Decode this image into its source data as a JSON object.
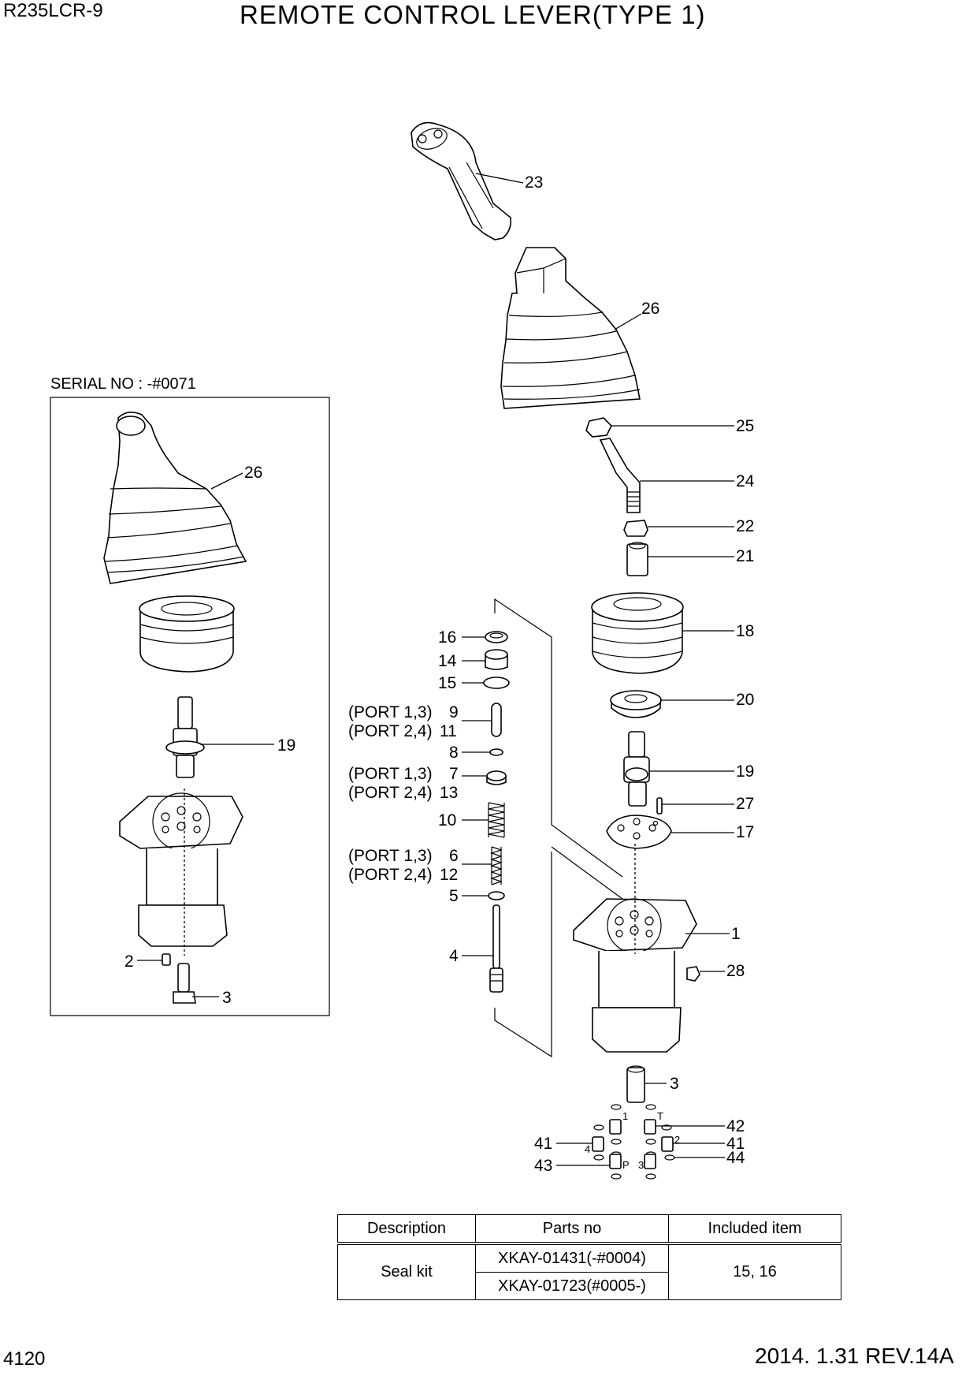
{
  "header": {
    "model": "R235LCR-9",
    "title": "REMOTE CONTROL LEVER(TYPE 1)"
  },
  "inset": {
    "serial_label": "SERIAL NO : -#0071"
  },
  "labels": {
    "p23": "23",
    "p26": "26",
    "p25": "25",
    "p24": "24",
    "p22": "22",
    "p21": "21",
    "p18": "18",
    "p20": "20",
    "p19": "19",
    "p27": "27",
    "p17": "17",
    "p1": "1",
    "p28": "28",
    "p3": "3",
    "p42": "42",
    "p41a": "41",
    "p41b": "41",
    "p43": "43",
    "p44": "44",
    "p16": "16",
    "p14": "14",
    "p15": "15",
    "port13_a": "(PORT 1,3)",
    "p9": "9",
    "port24_a": "(PORT 2,4)",
    "p11": "11",
    "p8": "8",
    "port13_b": "(PORT 1,3)",
    "p7": "7",
    "port24_b": "(PORT 2,4)",
    "p13": "13",
    "p10": "10",
    "port13_c": "(PORT 1,3)",
    "p6": "6",
    "port24_c": "(PORT 2,4)",
    "p12": "12",
    "p5": "5",
    "p4": "4",
    "i26": "26",
    "i19": "19",
    "i2": "2",
    "i3": "3",
    "port_no_1": "1",
    "port_no_2": "2",
    "port_no_3": "3",
    "port_no_4": "4",
    "port_t": "T",
    "port_p": "P"
  },
  "table": {
    "headers": [
      "Description",
      "Parts no",
      "Included item"
    ],
    "rows": [
      {
        "description": "Seal kit",
        "parts": [
          "XKAY-01431(-#0004)",
          "XKAY-01723(#0005-)"
        ],
        "included": "15, 16"
      }
    ]
  },
  "footer": {
    "page_number": "4120",
    "date_rev": "2014. 1.31  REV.14A"
  }
}
